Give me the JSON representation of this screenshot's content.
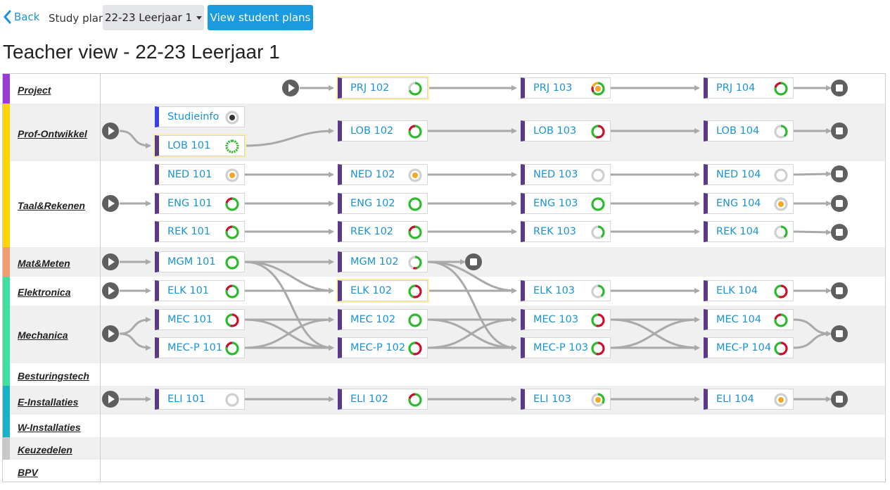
{
  "header": {
    "back_label": "Back",
    "study_plan_label": "Study plan:",
    "study_plan_value": "22-23 Leerjaar 1",
    "view_button": "View student plans"
  },
  "page_title": "Teacher view - 22-23 Leerjaar 1",
  "colors": {
    "accent": "#1a9be0",
    "node_border": "#5b3a87",
    "link": "#a9a9a9",
    "donut_green": "#2db82d",
    "donut_red": "#c8102e",
    "donut_orange": "#f5a623"
  },
  "rows": [
    {
      "label": "Project",
      "color": "#9b3bd6"
    },
    {
      "label": "Prof-Ontwikkel",
      "color": "#ffd500"
    },
    {
      "label": "Taal&Rekenen",
      "color": "#ffd500"
    },
    {
      "label": "Mat&Meten",
      "color": "#f0a070"
    },
    {
      "label": "Elektronica",
      "color": "#3fe0a0"
    },
    {
      "label": "Mechanica",
      "color": "#3fe0a0"
    },
    {
      "label": "Besturingstech",
      "color": "#3fe0a0"
    },
    {
      "label": "E-Installaties",
      "color": "#1ab0c8"
    },
    {
      "label": "W-Installaties",
      "color": "#1ab0c8"
    },
    {
      "label": "Keuzedelen",
      "color": "#c8c8c8"
    },
    {
      "label": "BPV",
      "color": "#ffffff"
    }
  ],
  "nodes": [
    {
      "id": "prj102",
      "label": "PRJ 102",
      "donut": "green-partial"
    },
    {
      "id": "prj103",
      "label": "PRJ 103",
      "donut": "green-orange-red"
    },
    {
      "id": "prj104",
      "label": "PRJ 104",
      "donut": "green-red"
    },
    {
      "id": "studieinfo",
      "label": "Studieinfo",
      "donut": "dot-dark"
    },
    {
      "id": "lob101",
      "label": "LOB 101",
      "donut": "green-dashed"
    },
    {
      "id": "lob102",
      "label": "LOB 102",
      "donut": "green-red"
    },
    {
      "id": "lob103",
      "label": "LOB 103",
      "donut": "red-green"
    },
    {
      "id": "lob104",
      "label": "LOB 104",
      "donut": "green-gray"
    },
    {
      "id": "ned101",
      "label": "NED 101",
      "donut": "dot-orange"
    },
    {
      "id": "ned102",
      "label": "NED 102",
      "donut": "dot-orange"
    },
    {
      "id": "ned103",
      "label": "NED 103",
      "donut": "gray"
    },
    {
      "id": "ned104",
      "label": "NED 104",
      "donut": "gray"
    },
    {
      "id": "eng101",
      "label": "ENG 101",
      "donut": "green-red"
    },
    {
      "id": "eng102",
      "label": "ENG 102",
      "donut": "green-full"
    },
    {
      "id": "eng103",
      "label": "ENG 103",
      "donut": "green-full"
    },
    {
      "id": "eng104",
      "label": "ENG 104",
      "donut": "dot-orange"
    },
    {
      "id": "rek101",
      "label": "REK 101",
      "donut": "green-red"
    },
    {
      "id": "rek102",
      "label": "REK 102",
      "donut": "green-red"
    },
    {
      "id": "rek103",
      "label": "REK 103",
      "donut": "green-gray"
    },
    {
      "id": "rek104",
      "label": "REK 104",
      "donut": "green-gray"
    },
    {
      "id": "mgm101",
      "label": "MGM 101",
      "donut": "green-full"
    },
    {
      "id": "mgm102",
      "label": "MGM 102",
      "donut": "green-red-gray"
    },
    {
      "id": "elk101",
      "label": "ELK 101",
      "donut": "green-red"
    },
    {
      "id": "elk102",
      "label": "ELK 102",
      "donut": "red-green"
    },
    {
      "id": "elk103",
      "label": "ELK 103",
      "donut": "green-gray"
    },
    {
      "id": "elk104",
      "label": "ELK 104",
      "donut": "red-green"
    },
    {
      "id": "mec101",
      "label": "MEC 101",
      "donut": "red-green"
    },
    {
      "id": "mec102",
      "label": "MEC 102",
      "donut": "green-full"
    },
    {
      "id": "mec103",
      "label": "MEC 103",
      "donut": "red-green"
    },
    {
      "id": "mec104",
      "label": "MEC 104",
      "donut": "green-red"
    },
    {
      "id": "mecp101",
      "label": "MEC-P 101",
      "donut": "green-red"
    },
    {
      "id": "mecp102",
      "label": "MEC-P 102",
      "donut": "red-green"
    },
    {
      "id": "mecp103",
      "label": "MEC-P 103",
      "donut": "red-green"
    },
    {
      "id": "mecp104",
      "label": "MEC-P 104",
      "donut": "red-green"
    },
    {
      "id": "eli101",
      "label": "ELI 101",
      "donut": "gray"
    },
    {
      "id": "eli102",
      "label": "ELI 102",
      "donut": "green-red"
    },
    {
      "id": "eli103",
      "label": "ELI 103",
      "donut": "dot-orange-green"
    },
    {
      "id": "eli104",
      "label": "ELI 104",
      "donut": "dot-orange"
    }
  ]
}
